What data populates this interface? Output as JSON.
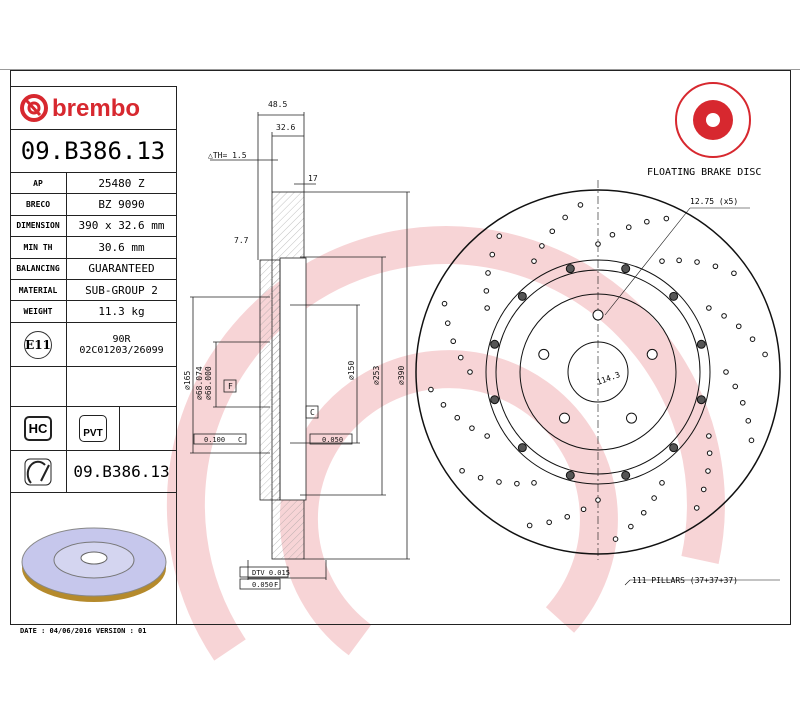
{
  "brand": {
    "name": "brembo",
    "color": "#d7282f"
  },
  "part_number": "09.B386.13",
  "specs": [
    {
      "label": "AP",
      "value": "25480 Z"
    },
    {
      "label": "BRECO",
      "value": "BZ 9090"
    },
    {
      "label": "DIMENSION",
      "value": "390 x 32.6 mm"
    },
    {
      "label": "MIN TH",
      "value": "30.6 mm"
    },
    {
      "label": "BALANCING",
      "value": "GUARANTEED"
    },
    {
      "label": "MATERIAL",
      "value": "SUB-GROUP 2"
    },
    {
      "label": "WEIGHT",
      "value": "11.3 kg"
    }
  ],
  "homologation": {
    "mark": "E11",
    "line1": "90R",
    "line2": "02C01203/26099"
  },
  "badges": {
    "hc": "HC",
    "pvt": "PVT"
  },
  "part_number_repeat": "09.B386.13",
  "footer": "DATE : 04/06/2016 VERSION : 01",
  "side_view": {
    "dim_total_width": "48.5",
    "dim_thickness": "32.6",
    "delta_th": "△TH= 1.5",
    "dim_17": "17",
    "dim_7_7": "7.7",
    "dia_165": "⌀165",
    "dia_68_074": "⌀68.074",
    "dia_68_000": "⌀68.000",
    "dia_150": "⌀150",
    "dia_253": "⌀253",
    "dia_390": "⌀390",
    "datum_f": "F",
    "datum_c": "C",
    "parallelism": "0.100",
    "parallelism_ref": "C",
    "flatness": "0.050",
    "dtv": "DTV 0.015",
    "runout": "0.050",
    "runout_ref": "F"
  },
  "front_view": {
    "type_label": "FLOATING BRAKE DISC",
    "hole_callout": "12.75 (x5)",
    "pcd": "114.3",
    "pillars": "111 PILLARS (37+37+37)"
  }
}
